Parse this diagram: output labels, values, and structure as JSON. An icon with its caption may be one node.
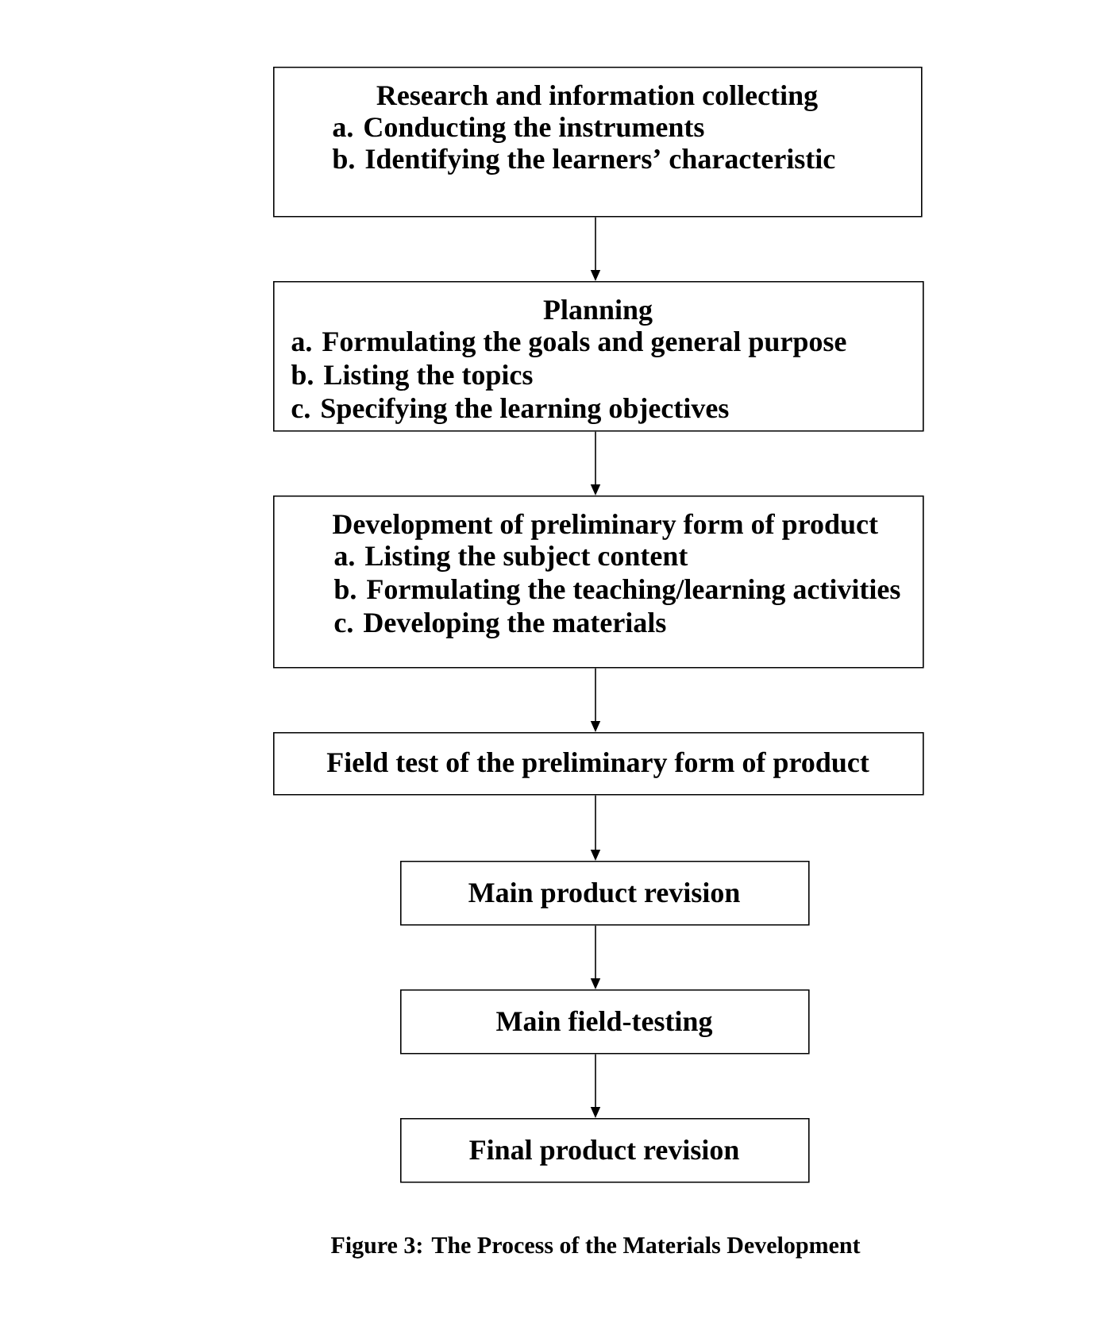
{
  "diagram": {
    "caption": "Figure 3: The Process of the Materials Development",
    "nodes": [
      {
        "text": [
          "Research and information collecting",
          "a. Conducting the instruments",
          "b. Identifying the learners’ characteristic"
        ]
      },
      {
        "text": [
          "Planning",
          "a. Formulating the goals and general purpose",
          "b. Listing the topics",
          "c. Specifying the learning objectives"
        ]
      },
      {
        "text": [
          "Development of preliminary form of product",
          "a. Listing the subject content",
          "b. Formulating the teaching/learning activities",
          "c. Developing the materials"
        ]
      },
      {
        "text": [
          "Field test of the preliminary form of product"
        ]
      },
      {
        "text": [
          "Main product revision"
        ]
      },
      {
        "text": [
          "Main field-testing"
        ]
      },
      {
        "text": [
          "Final product revision"
        ]
      }
    ],
    "edges": [
      {
        "from": 0,
        "to": 1,
        "arrow": "to"
      },
      {
        "from": 1,
        "to": 2,
        "arrow": "to"
      },
      {
        "from": 2,
        "to": 3,
        "arrow": "to"
      },
      {
        "from": 3,
        "to": 4,
        "arrow": "to"
      },
      {
        "from": 4,
        "to": 5,
        "arrow": "to"
      },
      {
        "from": 5,
        "to": 6,
        "arrow": "to"
      }
    ]
  }
}
